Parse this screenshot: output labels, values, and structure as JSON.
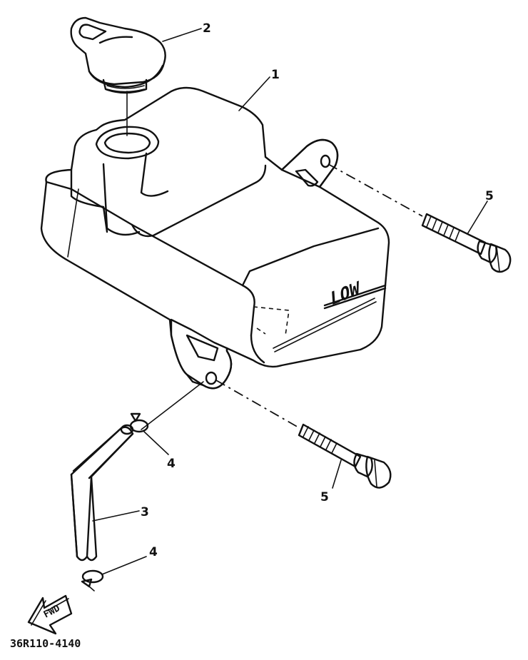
{
  "diagram": {
    "callouts": [
      {
        "id": "1",
        "label": "1"
      },
      {
        "id": "2",
        "label": "2"
      },
      {
        "id": "3",
        "label": "3"
      },
      {
        "id": "4a",
        "label": "4"
      },
      {
        "id": "4b",
        "label": "4"
      },
      {
        "id": "5a",
        "label": "5"
      },
      {
        "id": "5b",
        "label": "5"
      }
    ],
    "tank_marking": "LOW",
    "direction_arrow": "FWD",
    "drawing_code": "36R110-4140"
  }
}
